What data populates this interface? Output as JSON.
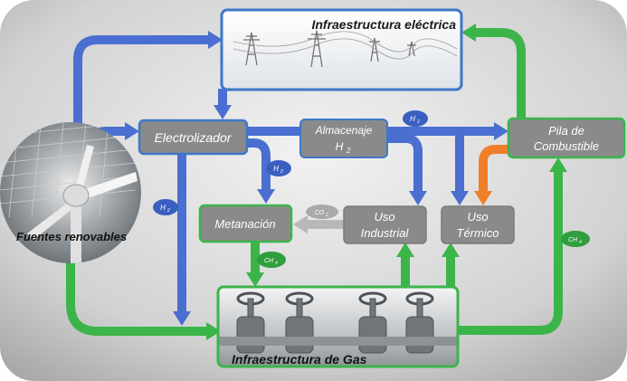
{
  "nodes": {
    "electrical_infrastructure": "Infraestructura eléctrica",
    "electrolyzer": "Electrolizador",
    "storage_line1": "Almacenaje",
    "storage_line2": "H",
    "storage_sub": "2",
    "fuel_cell_line1": "Pila de",
    "fuel_cell_line2": "Combustible",
    "methanation": "Metanación",
    "industrial_use_line1": "Uso",
    "industrial_use_line2": "Industrial",
    "thermal_use_line1": "Uso",
    "thermal_use_line2": "Térmico",
    "renewables": "Fuentes renovables",
    "gas_infrastructure": "Infraestructura de Gas"
  },
  "badges": {
    "h2_symbol": "H",
    "h2_sub": "2",
    "co2_symbol": "CO",
    "co2_sub": "2",
    "ch4_symbol": "CH",
    "ch4_sub": "4"
  },
  "colors": {
    "electric_flow": "#4a6fd0",
    "gas_flow": "#3bb54a",
    "heat_flow": "#f07f2a",
    "co2_flow": "#b8b8b8",
    "process_box": "#8a8a8a"
  }
}
